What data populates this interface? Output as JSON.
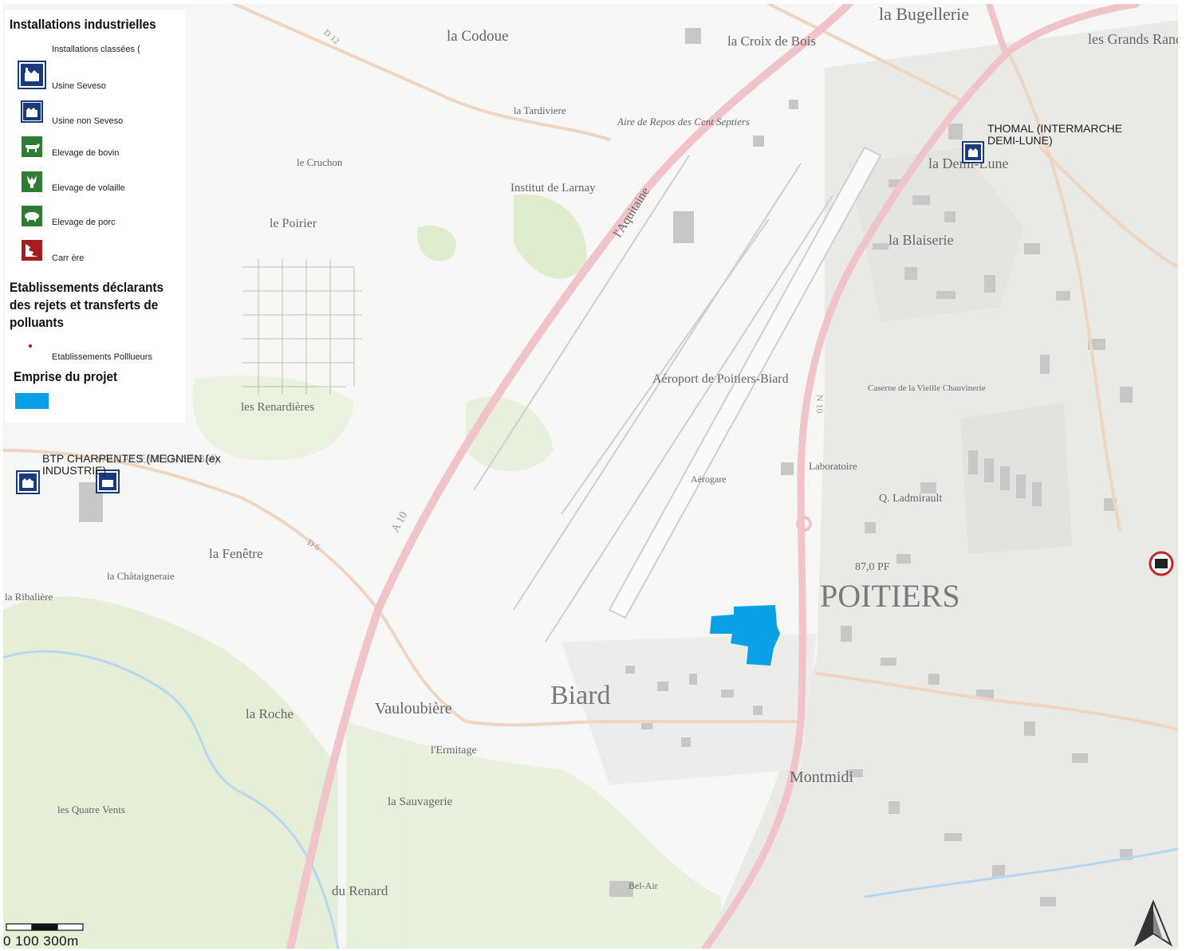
{
  "legend": {
    "industrial_title": "Installations industrielles",
    "classified_label": "Installations classées (",
    "items": [
      {
        "label": "Usine Seveso",
        "icon": "seveso-factory-icon",
        "color": "#1b3a7a"
      },
      {
        "label": "Usine non Seveso",
        "icon": "factory-icon",
        "color": "#1b3a7a"
      },
      {
        "label": "Elevage de bovin",
        "icon": "cow-icon",
        "color": "#2e7d32"
      },
      {
        "label": "Elevage de volaille",
        "icon": "poultry-icon",
        "color": "#2e7d32"
      },
      {
        "label": "Elevage de porc",
        "icon": "pig-icon",
        "color": "#2e7d32"
      },
      {
        "label": "Carr ère",
        "icon": "quarry-icon",
        "color": "#c62828"
      }
    ],
    "polluters_title": "Etablissements déclarants des rejets et transferts de polluants",
    "polluters_label": "Etablissements Polllueurs",
    "project_title": "Emprise du projet",
    "project_color": "#0aa0e6"
  },
  "sites": {
    "thomal": "THOMAL (INTERMARCHE DEMI-LUNE)",
    "btp": "BTP CHARPENTES (MEGNIEN (ex INDUSTRIE)",
    "btp_ghost": "VALLAT EMILLN SNBM)"
  },
  "places": {
    "bugellerie": "la Bugellerie",
    "codoue": "la Codoue",
    "croix_bois": "la Croix de Bois",
    "grands_randeaux": "les Grands Randeaux",
    "tardiviere": "la Tardiviere",
    "aire_repos": "Aire de Repos des Cent Septiers",
    "cruchon": "le Cruchon",
    "institut": "Institut de Larnay",
    "poirier": "le Poirier",
    "aquitaine": "l'Aquitaine",
    "blaiserie": "la Blaiserie",
    "aeroport": "Aéroport de Poitiers-Biard",
    "renardieres": "les Renardières",
    "fenetre": "la Fenêtre",
    "chataigneraie": "la Châtaigneraie",
    "ribaliere": "la Ribalière",
    "poitiers": "POITIERS",
    "biard": "Biard",
    "vauloubiere": "Vauloubière",
    "roche": "la Roche",
    "ermitage": "l'Ermitage",
    "sauvagerie": "la Sauvagerie",
    "quatre_vents": "les Quatre Vents",
    "montmidi": "Montmidi",
    "renard": "du Renard",
    "laboratoire": "Laboratoire",
    "aerogare": "Aérogare",
    "caserne": "Caserne de la Vieille Chauvinerie",
    "ladmirault": "Q. Ladmirault",
    "demi_lune": "la Demi-Lune",
    "a10": "A 10",
    "n10": "N 10",
    "d6": "D 6",
    "d12": "D 12",
    "pf": "87,0 PF",
    "bel_air": "Bel-Air"
  },
  "scale": {
    "label": "0 100   300m"
  },
  "colors": {
    "road_pink": "#f0c4c8",
    "road_minor": "#f3dccb",
    "green": "#d8ebc4",
    "buildings": "#b9b9b9",
    "terrain": "#f4f4f2"
  }
}
